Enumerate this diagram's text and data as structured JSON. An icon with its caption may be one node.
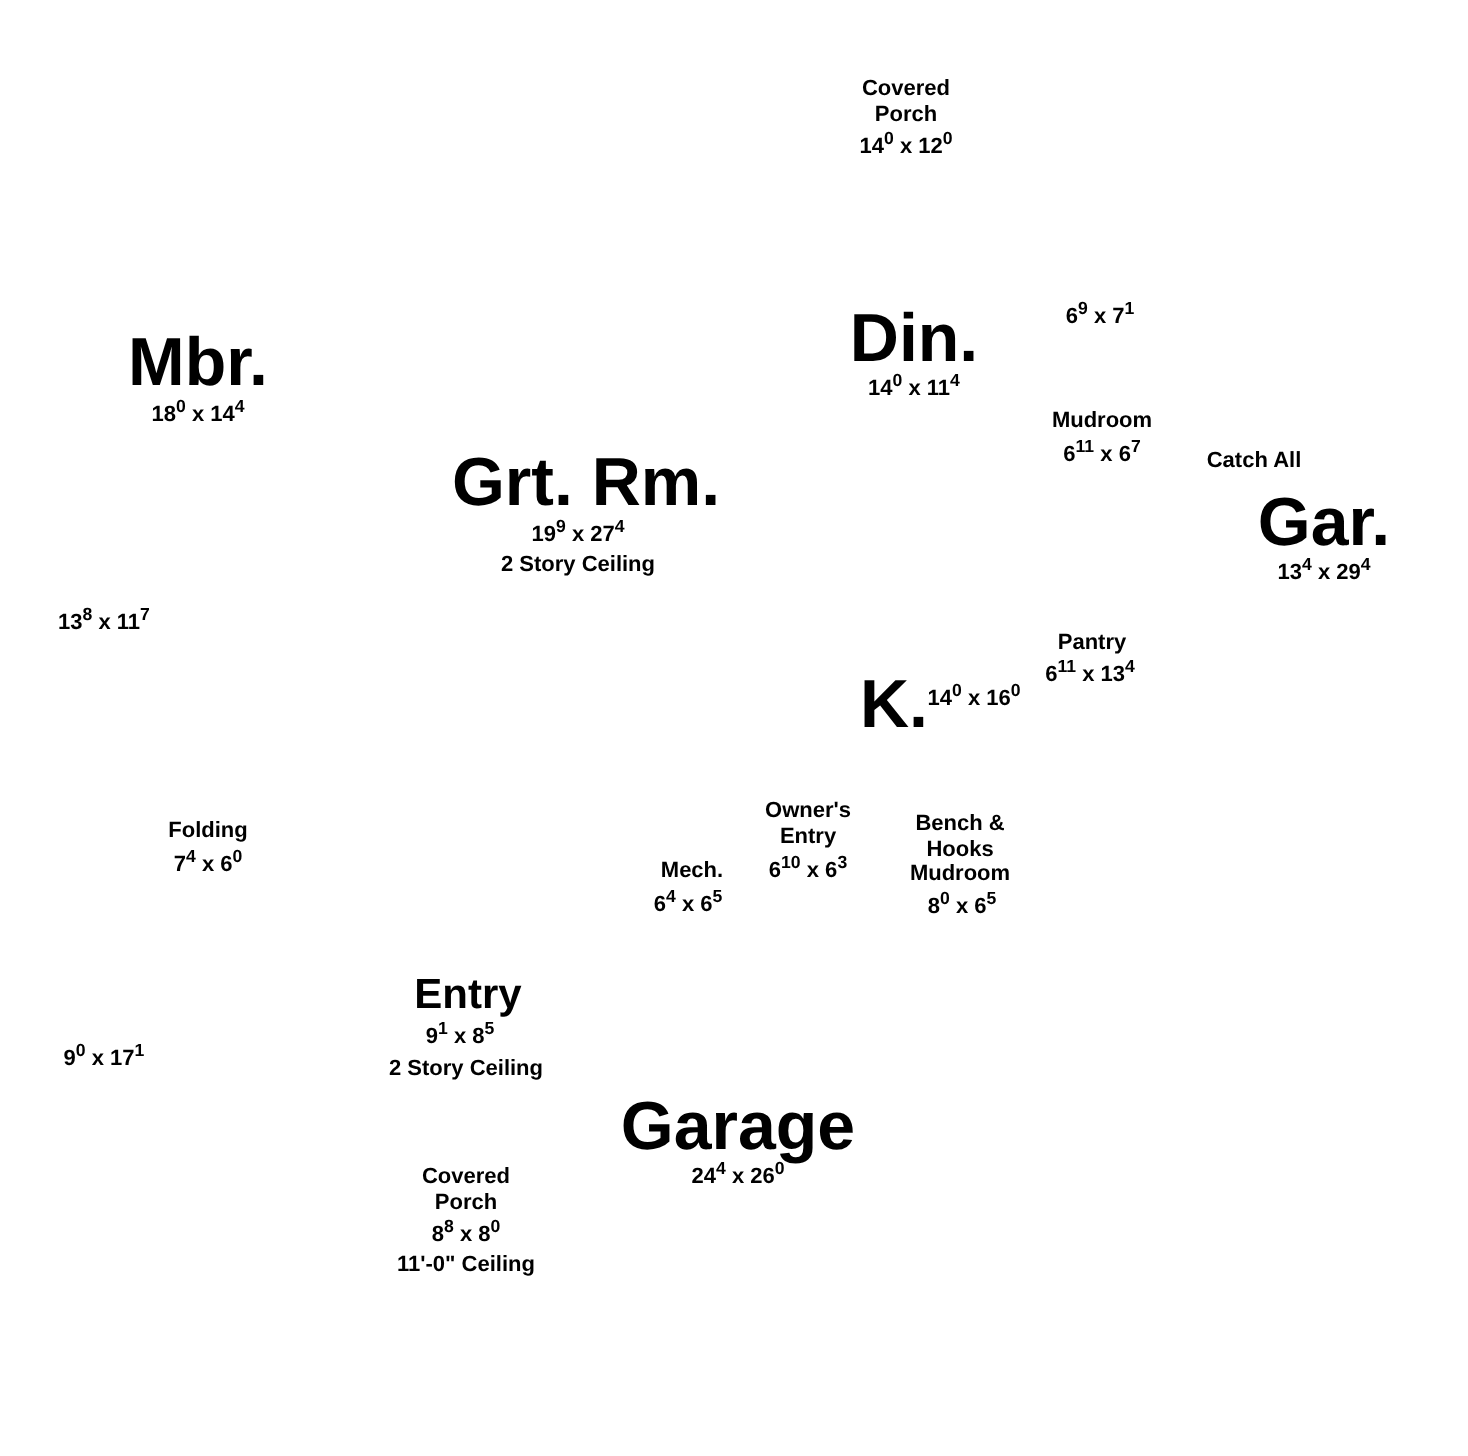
{
  "diagram": {
    "labels": [
      "Covered Porch",
      "14$^{0}$ x 12$^{0}$",
      "Din.",
      "6$^{9}$ x 7$^{1}$",
      "Mbr.",
      "18$^{0}$ x 14$^{4}$",
      "14$^{0}$ x 11$^{4}$",
      "Mudroom",
      "6$^{11}$ x 6$^{7}$",
      "Catch All",
      "Grt. Rm.",
      "19$^{9}$ x 27$^{4}$",
      "2 Story Ceiling",
      "Gar.",
      "13$^{4}$ x 29$^{4}$",
      "13$^{8}$ x 11$^{7}$",
      "Pantry",
      "6$^{11}$ x 13$^{4}$",
      "K.",
      "14$^{0}$ x 16$^{0}$",
      "Owner's Entry",
      "Bench & Hooks Mudroom",
      "Folding",
      "7$^{4}$ x 6$^{0}$",
      "Mech.",
      "6$^{10}$ x 6$^{3}$",
      "6$^{4}$ x 6$^{5}$",
      "8$^{0}$ x 6$^{5}$",
      "Entry",
      "9$^{1}$ x 8$^{5}$",
      "9$^{0}$ x 17$^{1}$",
      "2 Story Ceiling",
      "Garage",
      "24$^{4}$ x 26$^{0}$",
      "Covered Porch",
      "8$^{8}$ x 8$^{0}$",
      "11'-0\" Ceiling"
    ]
  }
}
